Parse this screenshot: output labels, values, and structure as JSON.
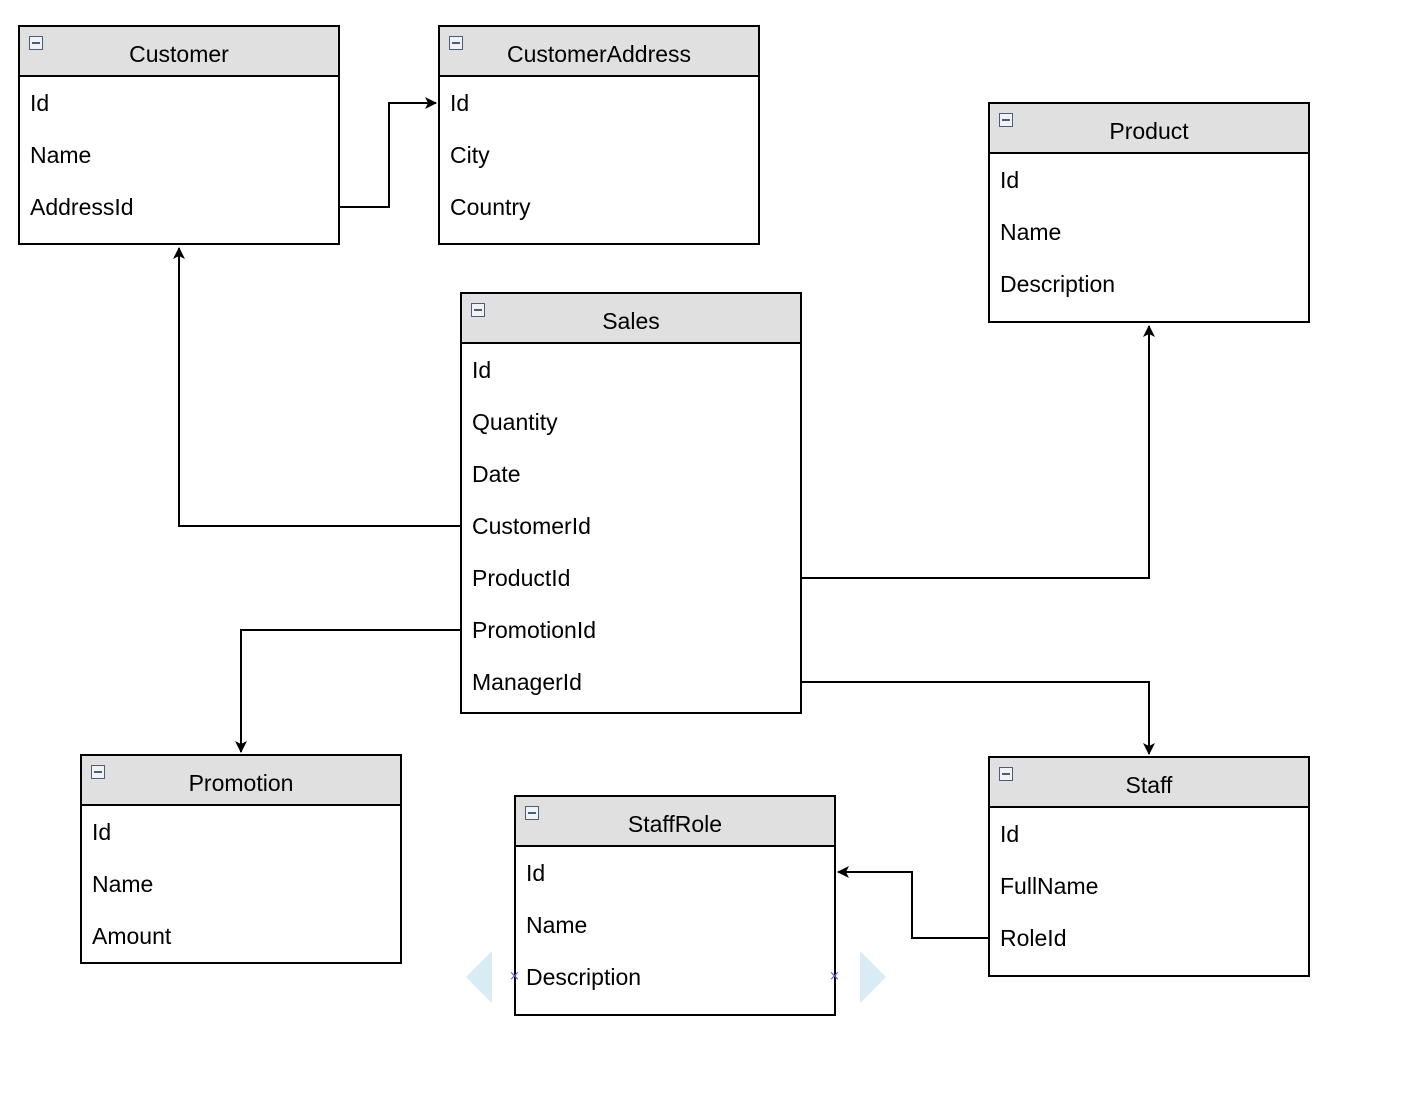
{
  "entities": {
    "customer": {
      "title": "Customer",
      "fields": [
        "Id",
        "Name",
        "AddressId"
      ]
    },
    "customer_address": {
      "title": "CustomerAddress",
      "fields": [
        "Id",
        "City",
        "Country"
      ]
    },
    "product": {
      "title": "Product",
      "fields": [
        "Id",
        "Name",
        "Description"
      ]
    },
    "sales": {
      "title": "Sales",
      "fields": [
        "Id",
        "Quantity",
        "Date",
        "CustomerId",
        "ProductId",
        "PromotionId",
        "ManagerId"
      ]
    },
    "promotion": {
      "title": "Promotion",
      "fields": [
        "Id",
        "Name",
        "Amount"
      ]
    },
    "staff_role": {
      "title": "StaffRole",
      "fields": [
        "Id",
        "Name",
        "Description"
      ]
    },
    "staff": {
      "title": "Staff",
      "fields": [
        "Id",
        "FullName",
        "RoleId"
      ]
    }
  },
  "relationships": [
    {
      "from": "Customer.AddressId",
      "to": "CustomerAddress.Id"
    },
    {
      "from": "Sales.CustomerId",
      "to": "Customer"
    },
    {
      "from": "Sales.ProductId",
      "to": "Product"
    },
    {
      "from": "Sales.PromotionId",
      "to": "Promotion"
    },
    {
      "from": "Sales.ManagerId",
      "to": "Staff"
    },
    {
      "from": "Staff.RoleId",
      "to": "StaffRole.Id"
    }
  ],
  "colors": {
    "header_fill": "#e0e0e0",
    "border": "#000000",
    "selection_arrow": "#d8ecf6",
    "selection_handle": "#5060e0"
  },
  "icons": {
    "collapse": "collapse-icon",
    "selection_arrow": "selection-arrow-icon",
    "selection_handle": "selection-handle-icon"
  }
}
